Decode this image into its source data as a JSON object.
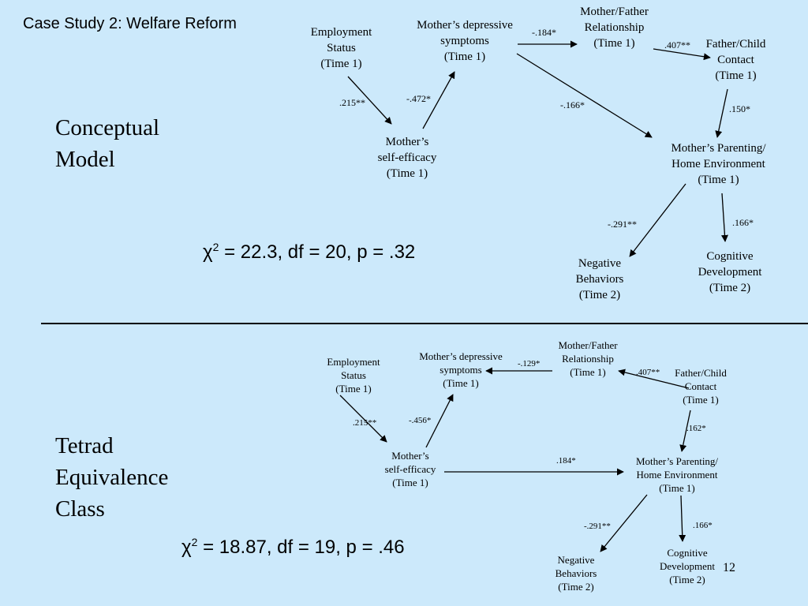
{
  "slide_title": "Case Study 2: Welfare Reform",
  "page_number": "12",
  "top": {
    "label": [
      "Conceptual",
      "Model"
    ],
    "fit_stat": {
      "prefix": "χ",
      "sup": "2",
      "rest": " = 22.3, df = 20, p = .32"
    },
    "nodes": {
      "employment": [
        "Employment",
        "Status",
        "(Time 1)"
      ],
      "depressive": [
        "Mother’s depressive",
        "symptoms",
        "(Time 1)"
      ],
      "mf_rel": [
        "Mother/Father",
        "Relationship",
        "(Time 1)"
      ],
      "fc_contact": [
        "Father/Child",
        "Contact",
        "(Time 1)"
      ],
      "self_efficacy": [
        "Mother’s",
        "self-efficacy",
        "(Time 1)"
      ],
      "parenting": [
        "Mother’s Parenting/",
        "Home Environment",
        "(Time 1)"
      ],
      "neg_beh": [
        "Negative",
        "Behaviors",
        "(Time 2)"
      ],
      "cog_dev": [
        "Cognitive",
        "Development",
        "(Time 2)"
      ]
    },
    "coefficients": {
      "emp_se": ".215**",
      "se_dep": "-.472*",
      "dep_mf": "-.184*",
      "mf_fc": ".407**",
      "dep_par": "-.166*",
      "fc_par": ".150*",
      "par_neg": "-.291**",
      "par_cog": ".166*"
    }
  },
  "bottom": {
    "label": [
      "Tetrad",
      "Equivalence",
      "Class"
    ],
    "fit_stat": {
      "prefix": "χ",
      "sup": "2",
      "rest": " = 18.87, df = 19, p = .46"
    },
    "nodes": {
      "employment": [
        "Employment",
        "Status",
        "(Time 1)"
      ],
      "depressive": [
        "Mother’s depressive",
        "symptoms",
        "(Time 1)"
      ],
      "mf_rel": [
        "Mother/Father",
        "Relationship",
        "(Time 1)"
      ],
      "fc_contact": [
        "Father/Child",
        "Contact",
        "(Time 1)"
      ],
      "self_efficacy": [
        "Mother’s",
        "self-efficacy",
        "(Time 1)"
      ],
      "parenting": [
        "Mother’s Parenting/",
        "Home Environment",
        "(Time 1)"
      ],
      "neg_beh": [
        "Negative",
        "Behaviors",
        "(Time 2)"
      ],
      "cog_dev": [
        "Cognitive",
        "Development",
        "(Time 2)"
      ]
    },
    "coefficients": {
      "emp_se": ".215**",
      "se_dep": "-.456*",
      "mf_dep": "-.129*",
      "fc_mf": ".407**",
      "se_par": ".184*",
      "fc_par": ".162*",
      "par_neg": "-.291**",
      "par_cog": ".166*"
    }
  }
}
